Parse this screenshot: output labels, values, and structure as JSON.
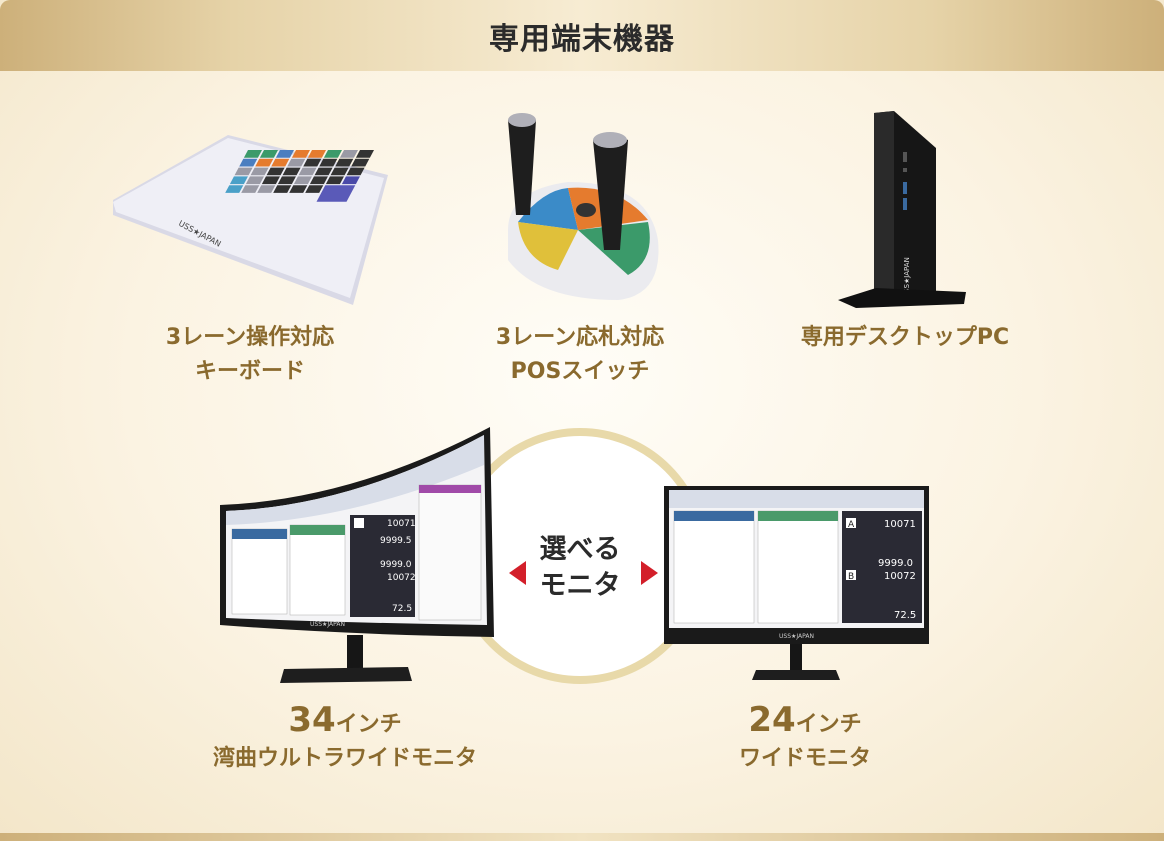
{
  "header": {
    "title": "専用端末機器"
  },
  "devices": {
    "keyboard": {
      "label_line1": "3レーン操作対応",
      "label_line2": "キーボード",
      "logo": "USS★JAPAN"
    },
    "pos_switch": {
      "label_line1": "3レーン応札対応",
      "label_line2": "POSスイッチ"
    },
    "desktop_pc": {
      "label": "専用デスクトップPC",
      "logo": "USS★JAPAN"
    }
  },
  "monitors": {
    "choose_line1": "選べる",
    "choose_line2": "モニタ",
    "curved": {
      "size": "34",
      "unit": "インチ",
      "name": "湾曲ウルトラワイドモニタ",
      "logo": "USS★JAPAN"
    },
    "wide": {
      "size": "24",
      "unit": "インチ",
      "name": "ワイドモニタ",
      "logo": "USS★JAPAN"
    }
  },
  "screen": {
    "lane_a_number": "10071",
    "lane_b_number": "10072",
    "price_a": "9999.5",
    "price_b": "9999.0",
    "price_c": "72.5",
    "lane_a_label": "A",
    "lane_b_label": "B"
  },
  "colors": {
    "accent_gold": "#8a6a2e",
    "arrow_red": "#d31f2a"
  }
}
